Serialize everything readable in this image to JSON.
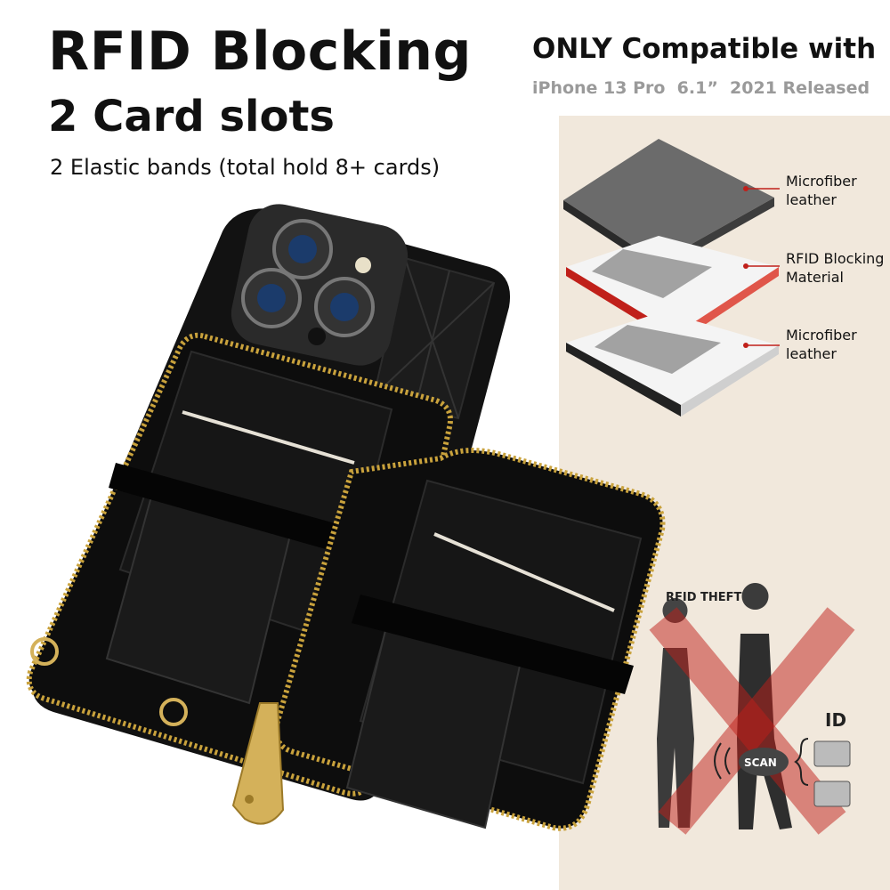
{
  "header": {
    "headline": "RFID Blocking",
    "subheadline": "2 Card slots",
    "detail": "2 Elastic bands (total hold 8+ cards)"
  },
  "compatibility": {
    "title": "ONLY Compatible with",
    "model": "iPhone 13 Pro  6.1”  2021 Released"
  },
  "layers": [
    {
      "label_line1": "Microfiber",
      "label_line2": "leather"
    },
    {
      "label_line1": "RFID Blocking",
      "label_line2": "Material"
    },
    {
      "label_line1": "Microfiber",
      "label_line2": "leather"
    }
  ],
  "theft_illustration": {
    "caption": "RFID THEFT",
    "id_label": "ID",
    "scan_label": "SCAN"
  },
  "colors": {
    "panel_bg": "#f1e8dc",
    "accent_red": "#c0201a",
    "leather": "#141414",
    "zipper_gold": "#c9a23c"
  }
}
